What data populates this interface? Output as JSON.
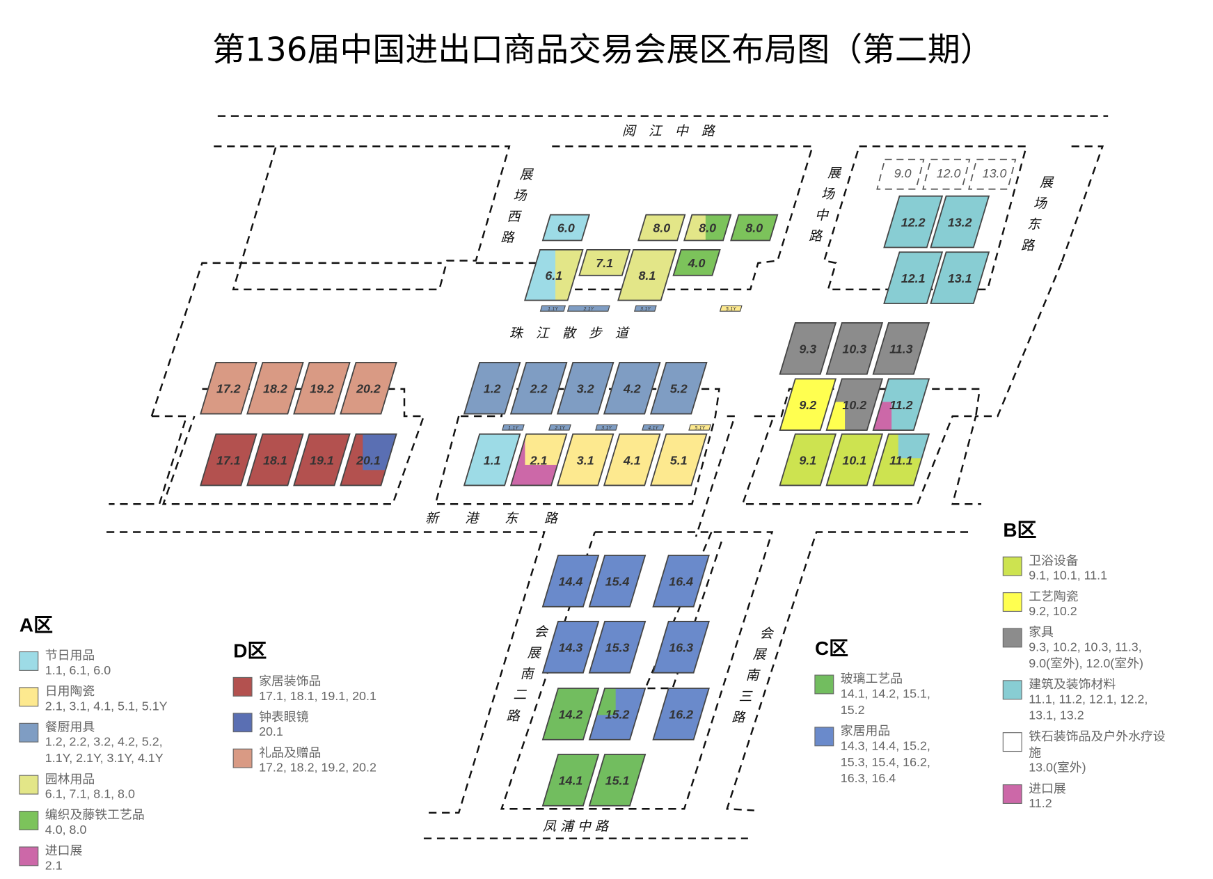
{
  "title": "第136届中国进出口商品交易会展区布局图（第二期）",
  "roads": {
    "yuejiang": "阅　江　中　路",
    "west": [
      "展",
      "场",
      "西",
      "路"
    ],
    "middle": [
      "展",
      "场",
      "中",
      "路"
    ],
    "east": [
      "展",
      "场",
      "东",
      "路"
    ],
    "zhujiang": "珠　江　散　步　道",
    "xingang": "新　　港　　东　　路",
    "huizhan2": [
      "会",
      "展",
      "南",
      "二",
      "路"
    ],
    "huizhan3": [
      "会",
      "展",
      "南",
      "三",
      "路"
    ],
    "fengpu": "凤 浦 中 路"
  },
  "colors": {
    "holiday": "#9ddbe6",
    "ceramics": "#fde98f",
    "kitchen": "#7f9dc3",
    "garden": "#e3e688",
    "weaving": "#7cc35b",
    "import": "#cc68a8",
    "decor": "#b3514f",
    "watches": "#5a6fb3",
    "gifts": "#d99a84",
    "glass": "#72bd5f",
    "household": "#6a8acb",
    "sanitary": "#cde350",
    "artceramics": "#ffff50",
    "furniture": "#8c8c8c",
    "building": "#88cdd3",
    "stone": "#ffffff"
  },
  "blocks": [
    {
      "label": "6.0",
      "fill": "holiday"
    },
    {
      "label": "8.0",
      "fill": "garden"
    },
    {
      "label": "8.0",
      "fill": "weaving",
      "accent": "garden"
    },
    {
      "label": "8.0",
      "fill": "weaving"
    },
    {
      "label": "6.1",
      "fill": "garden",
      "accent": "holiday"
    },
    {
      "label": "7.1",
      "fill": "garden"
    },
    {
      "label": "8.1",
      "fill": "garden"
    },
    {
      "label": "4.0",
      "fill": "weaving"
    },
    {
      "label": "1.2",
      "fill": "kitchen"
    },
    {
      "label": "2.2",
      "fill": "kitchen"
    },
    {
      "label": "3.2",
      "fill": "kitchen"
    },
    {
      "label": "4.2",
      "fill": "kitchen"
    },
    {
      "label": "5.2",
      "fill": "kitchen"
    },
    {
      "label": "1.1",
      "fill": "holiday"
    },
    {
      "label": "2.1",
      "fill": "import",
      "accent": "ceramics"
    },
    {
      "label": "3.1",
      "fill": "ceramics"
    },
    {
      "label": "4.1",
      "fill": "ceramics"
    },
    {
      "label": "5.1",
      "fill": "ceramics"
    },
    {
      "label": "17.2",
      "fill": "gifts"
    },
    {
      "label": "18.2",
      "fill": "gifts"
    },
    {
      "label": "19.2",
      "fill": "gifts"
    },
    {
      "label": "20.2",
      "fill": "gifts"
    },
    {
      "label": "17.1",
      "fill": "decor"
    },
    {
      "label": "18.1",
      "fill": "decor"
    },
    {
      "label": "19.1",
      "fill": "decor"
    },
    {
      "label": "20.1",
      "fill": "decor",
      "accent": "watches"
    },
    {
      "label": "9.3",
      "fill": "furniture"
    },
    {
      "label": "10.3",
      "fill": "furniture"
    },
    {
      "label": "11.3",
      "fill": "furniture"
    },
    {
      "label": "9.2",
      "fill": "artceramics"
    },
    {
      "label": "10.2",
      "fill": "furniture",
      "accent": "artceramics"
    },
    {
      "label": "11.2",
      "fill": "building",
      "accent": "import"
    },
    {
      "label": "9.1",
      "fill": "sanitary"
    },
    {
      "label": "10.1",
      "fill": "sanitary"
    },
    {
      "label": "11.1",
      "fill": "sanitary",
      "accent": "building"
    },
    {
      "label": "12.2",
      "fill": "building"
    },
    {
      "label": "13.2",
      "fill": "building"
    },
    {
      "label": "12.1",
      "fill": "building"
    },
    {
      "label": "13.1",
      "fill": "building"
    },
    {
      "label": "14.4",
      "fill": "household"
    },
    {
      "label": "15.4",
      "fill": "household"
    },
    {
      "label": "16.4",
      "fill": "household"
    },
    {
      "label": "14.3",
      "fill": "household"
    },
    {
      "label": "15.3",
      "fill": "household"
    },
    {
      "label": "16.3",
      "fill": "household"
    },
    {
      "label": "14.2",
      "fill": "glass"
    },
    {
      "label": "15.2",
      "fill": "household",
      "accent": "glass"
    },
    {
      "label": "16.2",
      "fill": "household"
    },
    {
      "label": "14.1",
      "fill": "glass"
    },
    {
      "label": "15.1",
      "fill": "glass"
    }
  ],
  "outdoor": [
    "9.0",
    "12.0",
    "13.0"
  ],
  "small_halls": [
    {
      "label": "1.1Y",
      "fill": "kitchen"
    },
    {
      "label": "2.1Y",
      "fill": "kitchen"
    },
    {
      "label": "3.1Y",
      "fill": "kitchen"
    },
    {
      "label": "5.1Y",
      "fill": "ceramics"
    },
    {
      "label": "1.1Y",
      "fill": "kitchen"
    },
    {
      "label": "2.1Y",
      "fill": "kitchen"
    },
    {
      "label": "3.1Y",
      "fill": "kitchen"
    },
    {
      "label": "4.1Y",
      "fill": "kitchen"
    },
    {
      "label": "5.1Y",
      "fill": "ceramics"
    }
  ],
  "legends": [
    {
      "zone": "A区",
      "items": [
        {
          "name": "节日用品",
          "color": "holiday",
          "codes": [
            "1.1, 6.1, 6.0"
          ]
        },
        {
          "name": "日用陶瓷",
          "color": "ceramics",
          "codes": [
            "2.1, 3.1, 4.1, 5.1, 5.1Y"
          ]
        },
        {
          "name": "餐厨用具",
          "color": "kitchen",
          "codes": [
            "1.2, 2.2, 3.2, 4.2, 5.2,",
            "1.1Y, 2.1Y, 3.1Y, 4.1Y"
          ]
        },
        {
          "name": "园林用品",
          "color": "garden",
          "codes": [
            "6.1, 7.1, 8.1, 8.0"
          ]
        },
        {
          "name": "编织及藤铁工艺品",
          "color": "weaving",
          "codes": [
            "4.0, 8.0"
          ]
        },
        {
          "name": "进口展",
          "color": "import",
          "codes": [
            "2.1"
          ]
        }
      ]
    },
    {
      "zone": "D区",
      "items": [
        {
          "name": "家居装饰品",
          "color": "decor",
          "codes": [
            "17.1, 18.1, 19.1, 20.1"
          ]
        },
        {
          "name": "钟表眼镜",
          "color": "watches",
          "codes": [
            "20.1"
          ]
        },
        {
          "name": "礼品及赠品",
          "color": "gifts",
          "codes": [
            "17.2, 18.2, 19.2, 20.2"
          ]
        }
      ]
    },
    {
      "zone": "C区",
      "items": [
        {
          "name": "玻璃工艺品",
          "color": "glass",
          "codes": [
            "14.1, 14.2, 15.1,",
            "15.2"
          ]
        },
        {
          "name": "家居用品",
          "color": "household",
          "codes": [
            "14.3, 14.4, 15.2,",
            "15.3, 15.4, 16.2,",
            "16.3, 16.4"
          ]
        }
      ]
    },
    {
      "zone": "B区",
      "items": [
        {
          "name": "卫浴设备",
          "color": "sanitary",
          "codes": [
            "9.1, 10.1, 11.1"
          ]
        },
        {
          "name": "工艺陶瓷",
          "color": "artceramics",
          "codes": [
            "9.2, 10.2"
          ]
        },
        {
          "name": "家具",
          "color": "furniture",
          "codes": [
            "9.3, 10.2, 10.3, 11.3,",
            "9.0(室外), 12.0(室外)"
          ]
        },
        {
          "name": "建筑及装饰材料",
          "color": "building",
          "codes": [
            "11.1, 11.2, 12.1, 12.2,",
            "13.1, 13.2"
          ]
        },
        {
          "name": "铁石装饰品及户外水疗设",
          "name2": "施",
          "color": "stone",
          "codes": [
            "13.0(室外)"
          ]
        },
        {
          "name": "进口展",
          "color": "import",
          "codes": [
            "11.2"
          ]
        }
      ]
    }
  ]
}
